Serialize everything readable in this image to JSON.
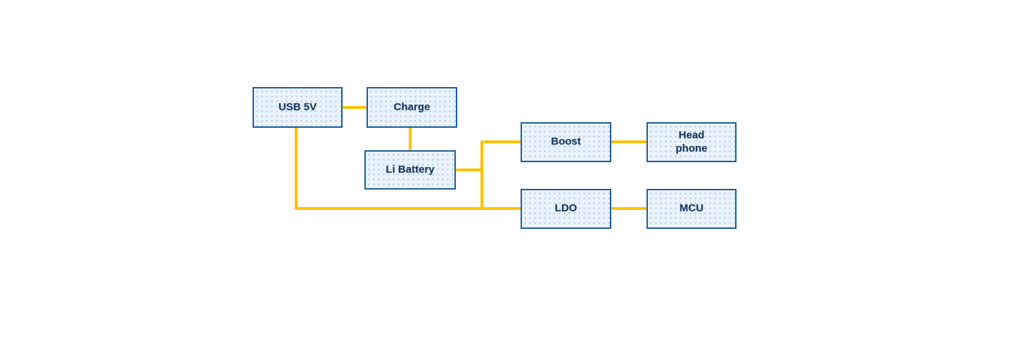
{
  "diagram": {
    "nodes": {
      "usb5v": {
        "label": "USB 5V"
      },
      "charge": {
        "label": "Charge"
      },
      "li_battery": {
        "label": "Li Battery"
      },
      "boost": {
        "label": "Boost"
      },
      "headphone": {
        "label": "Head phone"
      },
      "ldo": {
        "label": "LDO"
      },
      "mcu": {
        "label": "MCU"
      }
    },
    "connections": [
      {
        "from": "USB 5V",
        "to": "Charge"
      },
      {
        "from": "Charge",
        "to": "Li Battery"
      },
      {
        "from": "Li Battery",
        "to": "Boost"
      },
      {
        "from": "Li Battery",
        "to": "LDO"
      },
      {
        "from": "USB 5V",
        "to": "LDO"
      },
      {
        "from": "Boost",
        "to": "Head phone"
      },
      {
        "from": "LDO",
        "to": "MCU"
      }
    ],
    "colors": {
      "connector": "#ffc000",
      "node_border": "#1f5c99",
      "node_fill": "#eaf3fb",
      "node_pattern_dot": "#a8cbe8",
      "label_text": "#17365d"
    }
  }
}
